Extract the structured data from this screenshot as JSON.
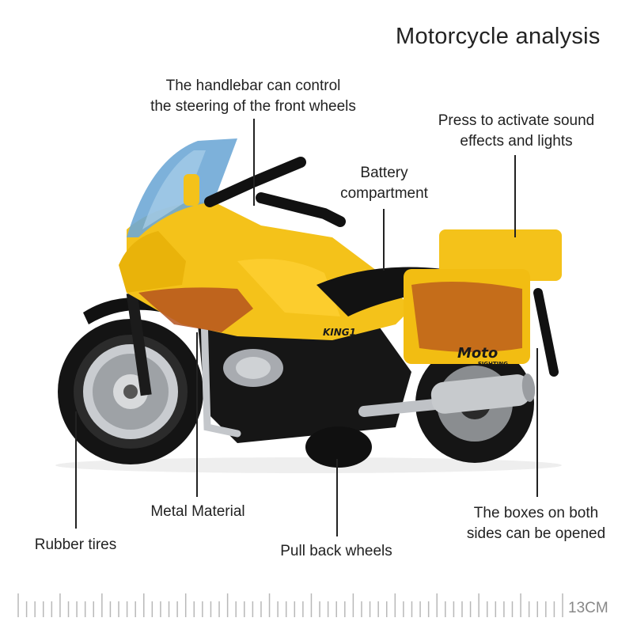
{
  "title": "Motorcycle analysis",
  "callouts": {
    "handlebar": [
      "The handlebar can control",
      "the steering of the front wheels"
    ],
    "sound": [
      "Press to activate sound",
      "effects and lights"
    ],
    "battery": [
      "Battery",
      "compartment"
    ],
    "metal": "Metal Material",
    "tires": "Rubber tires",
    "pullback": "Pull back wheels",
    "boxes": [
      "The boxes on both",
      "sides can be opened"
    ]
  },
  "ruler": {
    "unit_label": "13CM",
    "major_ticks": 13
  },
  "decals": {
    "tank": "KING1",
    "box_logo": "Moto",
    "box_sub": "FIGHTING"
  },
  "colors": {
    "body": "#f4c21a",
    "body_dark": "#d9a300",
    "frame": "#1b1b1b",
    "rust": "#b5531e",
    "chrome": "#bfc2c6",
    "windscreen": "#6fa9d6"
  }
}
